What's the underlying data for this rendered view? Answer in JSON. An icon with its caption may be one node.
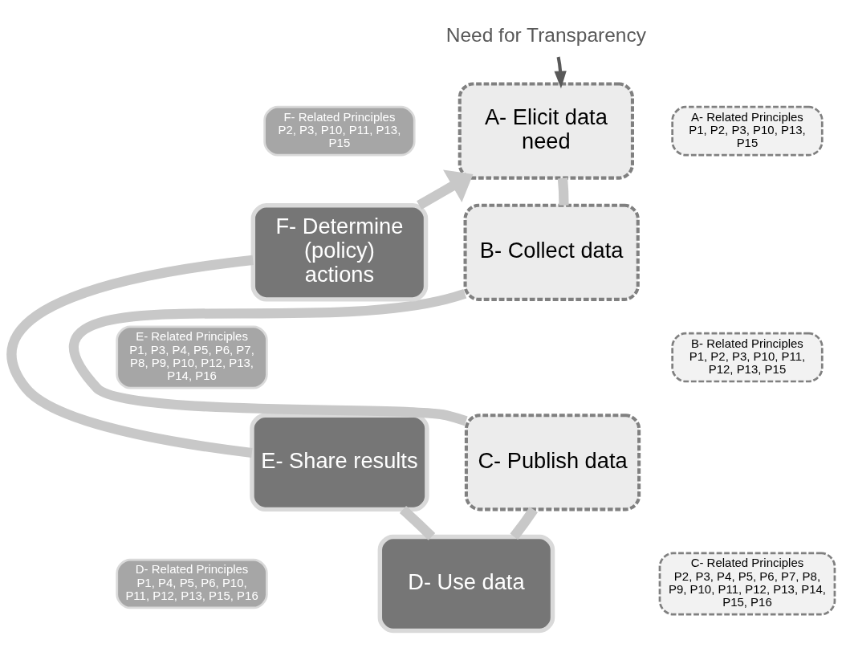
{
  "diagram": {
    "nodes": [
      {
        "text": [
          "Need for Transparency"
        ]
      },
      {
        "text": [
          "A- Elicit data need"
        ]
      },
      {
        "text": [
          "A- Related Principles",
          "P1, P2, P3, P10, P13, P15"
        ]
      },
      {
        "text": [
          "B- Collect data"
        ]
      },
      {
        "text": [
          "B- Related Principles",
          "P1, P2, P3, P10, P11, P12, P13, P15"
        ]
      },
      {
        "text": [
          "C- Publish data"
        ]
      },
      {
        "text": [
          "C- Related Principles",
          "P2, P3, P4, P5, P6, P7, P8, P9, P10, P11, P12, P13, P14, P15, P16"
        ]
      },
      {
        "text": [
          "D- Use data"
        ]
      },
      {
        "text": [
          "D- Related Principles",
          "P1, P4, P5, P6, P10, P11, P12, P13, P15, P16"
        ]
      },
      {
        "text": [
          "E- Share results"
        ]
      },
      {
        "text": [
          "E- Related Principles",
          "P1, P3, P4, P5, P6, P7, P8, P9, P10, P12, P13, P14, P16"
        ]
      },
      {
        "text": [
          "F- Determine (policy) actions"
        ]
      },
      {
        "text": [
          "F- Related Principles",
          "P2, P3, P10, P11, P13, P15"
        ]
      }
    ],
    "edges": [
      {
        "from": 0,
        "to": 1,
        "arrow": "to",
        "color": "#595959"
      },
      {
        "from": 1,
        "to": 3,
        "arrow": "none"
      },
      {
        "from": 3,
        "to": 5,
        "arrow": "none"
      },
      {
        "from": 5,
        "to": 7,
        "arrow": "none"
      },
      {
        "from": 7,
        "to": 9,
        "arrow": "none"
      },
      {
        "from": 9,
        "to": 11,
        "arrow": "none"
      },
      {
        "from": 11,
        "to": 1,
        "arrow": "to"
      }
    ]
  }
}
